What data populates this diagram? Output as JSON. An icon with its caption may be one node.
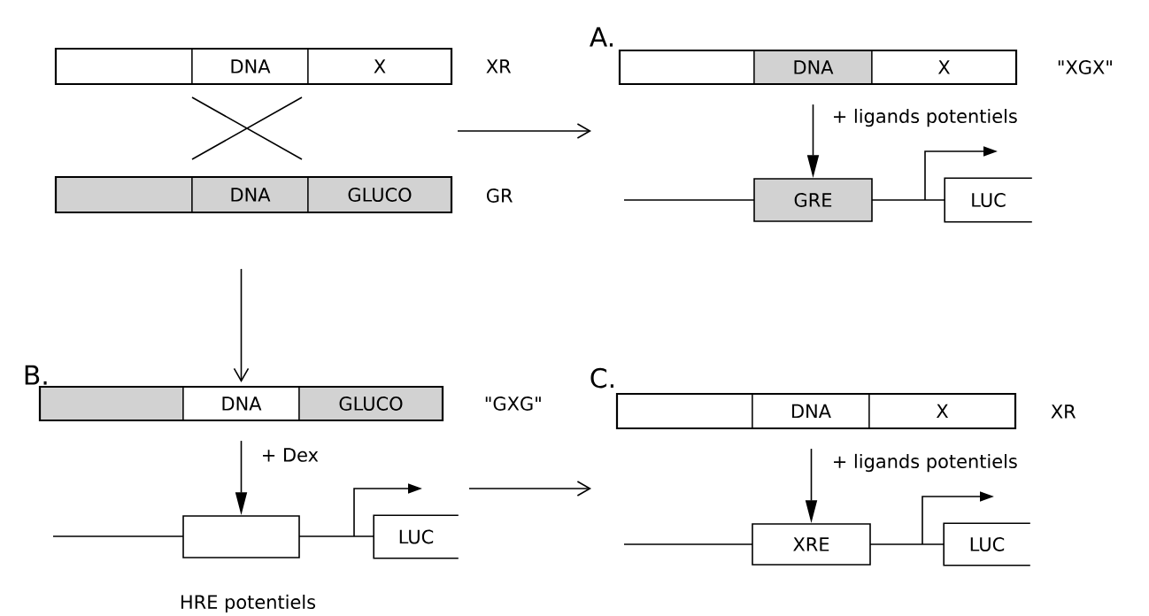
{
  "diagram": {
    "nodes": [
      {
        "text": [],
        "shape": "bar",
        "beside": [
          "XR"
        ]
      },
      {
        "text": [],
        "shape": "box",
        "in": 0
      },
      {
        "text": [
          "DNA"
        ],
        "in": 0
      },
      {
        "text": [
          "X"
        ],
        "in": 0
      },
      {
        "text": [],
        "shape": "bar",
        "beside": [
          "GR"
        ]
      },
      {
        "text": [],
        "shape": "box",
        "in": 4
      },
      {
        "text": [
          "DNA"
        ],
        "in": 4
      },
      {
        "text": [
          "GLUCO"
        ],
        "in": 4
      },
      {
        "text": [],
        "shape": "bar",
        "beside": [
          "\"XGX\""
        ]
      },
      {
        "text": [],
        "shape": "box",
        "in": 8
      },
      {
        "text": [
          "DNA"
        ],
        "in": 8
      },
      {
        "text": [
          "X"
        ],
        "in": 8
      },
      {
        "text": [
          "GRE"
        ]
      },
      {
        "text": [
          "LUC"
        ]
      },
      {
        "text": [],
        "shape": "bar",
        "beside": [
          "\"GXG\""
        ]
      },
      {
        "text": [],
        "shape": "box",
        "in": 14
      },
      {
        "text": [
          "DNA"
        ],
        "in": 14
      },
      {
        "text": [
          "GLUCO"
        ],
        "in": 14
      },
      {
        "text": [],
        "shape": "box",
        "beside": [
          "HRE potentiels"
        ]
      },
      {
        "text": [
          "LUC"
        ]
      },
      {
        "text": [],
        "shape": "bar",
        "beside": [
          "XR"
        ]
      },
      {
        "text": [],
        "shape": "box",
        "in": 20
      },
      {
        "text": [
          "DNA"
        ],
        "in": 20
      },
      {
        "text": [
          "X"
        ],
        "in": 20
      },
      {
        "text": [
          "XRE"
        ]
      },
      {
        "text": [
          "LUC"
        ]
      }
    ],
    "edges": [
      {
        "from": null,
        "to": 14,
        "arrow": "to"
      },
      {
        "from": 8,
        "to": 12,
        "arrow": "to",
        "label": "+ ligands potentiels"
      },
      {
        "from": 14,
        "to": 18,
        "arrow": "to",
        "label": "+ Dex"
      },
      {
        "from": 20,
        "to": 24,
        "arrow": "to",
        "label": "+ ligands potentiels"
      }
    ],
    "labels": [
      "A.",
      "B.",
      "C."
    ]
  }
}
